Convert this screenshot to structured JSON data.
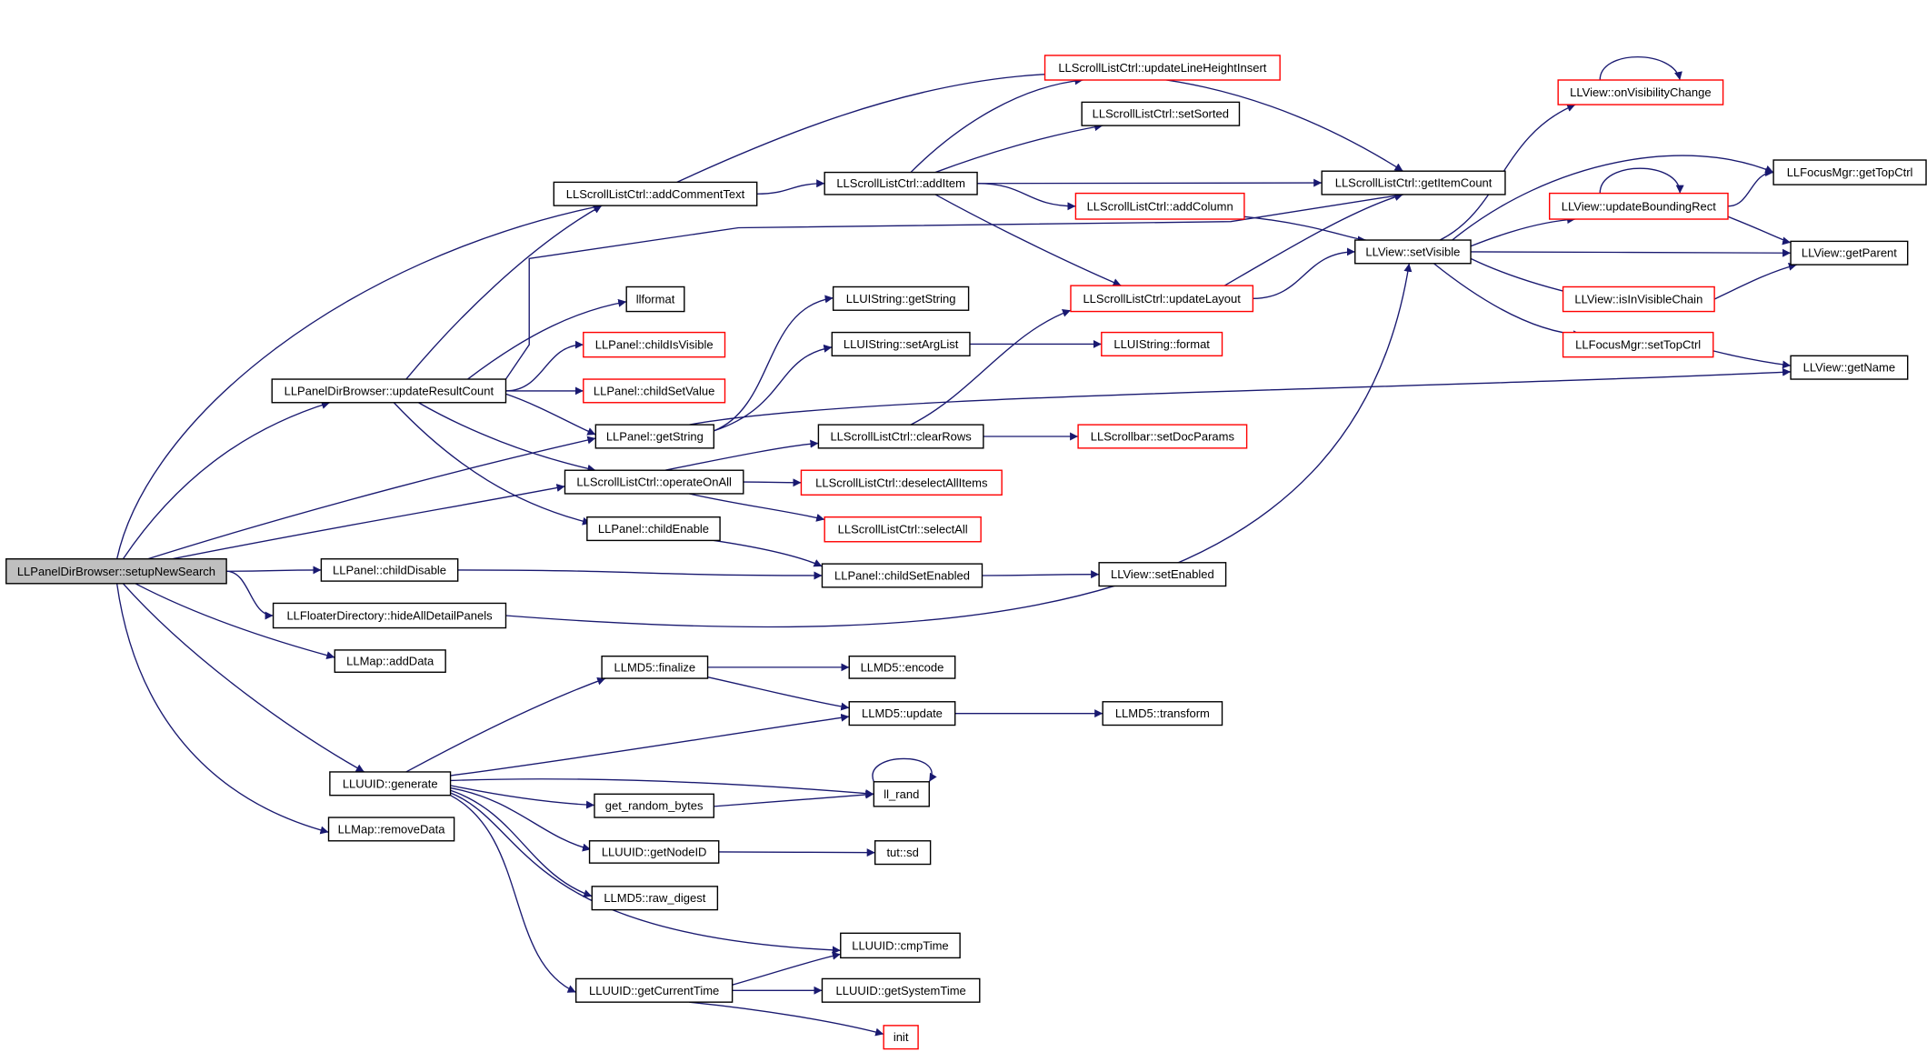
{
  "colors": {
    "edge": "#191970",
    "normal_border": "#000000",
    "truncated_border": "#ff0000",
    "root_fill": "#bfbfbf"
  },
  "nodes": [
    {
      "id": "setupNewSearch",
      "label": "LLPanelDirBrowser::setupNewSearch",
      "style": "root"
    },
    {
      "id": "addCommentText",
      "label": "LLScrollListCtrl::addCommentText",
      "style": "normal"
    },
    {
      "id": "addItem",
      "label": "LLScrollListCtrl::addItem",
      "style": "normal"
    },
    {
      "id": "updateLineHeightInsert",
      "label": "LLScrollListCtrl::updateLineHeightInsert",
      "style": "truncated"
    },
    {
      "id": "setSorted",
      "label": "LLScrollListCtrl::setSorted",
      "style": "normal"
    },
    {
      "id": "getItemCount",
      "label": "LLScrollListCtrl::getItemCount",
      "style": "normal"
    },
    {
      "id": "addColumn",
      "label": "LLScrollListCtrl::addColumn",
      "style": "truncated"
    },
    {
      "id": "updateLayout",
      "label": "LLScrollListCtrl::updateLayout",
      "style": "truncated"
    },
    {
      "id": "setVisible",
      "label": "LLView::setVisible",
      "style": "normal"
    },
    {
      "id": "onVisibilityChange",
      "label": "LLView::onVisibilityChange",
      "style": "truncated"
    },
    {
      "id": "updateBoundingRect",
      "label": "LLView::updateBoundingRect",
      "style": "truncated"
    },
    {
      "id": "isInVisibleChain",
      "label": "LLView::isInVisibleChain",
      "style": "truncated"
    },
    {
      "id": "setTopCtrl",
      "label": "LLFocusMgr::setTopCtrl",
      "style": "truncated"
    },
    {
      "id": "getTopCtrl",
      "label": "LLFocusMgr::getTopCtrl",
      "style": "normal"
    },
    {
      "id": "getParent",
      "label": "LLView::getParent",
      "style": "normal"
    },
    {
      "id": "getName",
      "label": "LLView::getName",
      "style": "normal"
    },
    {
      "id": "updateResultCount",
      "label": "LLPanelDirBrowser::updateResultCount",
      "style": "normal"
    },
    {
      "id": "llformat",
      "label": "llformat",
      "style": "normal"
    },
    {
      "id": "childIsVisible",
      "label": "LLPanel::childIsVisible",
      "style": "truncated"
    },
    {
      "id": "childSetValue",
      "label": "LLPanel::childSetValue",
      "style": "truncated"
    },
    {
      "id": "getString",
      "label": "LLPanel::getString",
      "style": "normal"
    },
    {
      "id": "uiGetString",
      "label": "LLUIString::getString",
      "style": "normal"
    },
    {
      "id": "setArgList",
      "label": "LLUIString::setArgList",
      "style": "normal"
    },
    {
      "id": "uiFormat",
      "label": "LLUIString::format",
      "style": "truncated"
    },
    {
      "id": "operateOnAll",
      "label": "LLScrollListCtrl::operateOnAll",
      "style": "normal"
    },
    {
      "id": "clearRows",
      "label": "LLScrollListCtrl::clearRows",
      "style": "normal"
    },
    {
      "id": "setDocParams",
      "label": "LLScrollbar::setDocParams",
      "style": "truncated"
    },
    {
      "id": "deselectAllItems",
      "label": "LLScrollListCtrl::deselectAllItems",
      "style": "truncated"
    },
    {
      "id": "selectAll",
      "label": "LLScrollListCtrl::selectAll",
      "style": "truncated"
    },
    {
      "id": "childEnable",
      "label": "LLPanel::childEnable",
      "style": "normal"
    },
    {
      "id": "childDisable",
      "label": "LLPanel::childDisable",
      "style": "normal"
    },
    {
      "id": "childSetEnabled",
      "label": "LLPanel::childSetEnabled",
      "style": "normal"
    },
    {
      "id": "viewSetEnabled",
      "label": "LLView::setEnabled",
      "style": "normal"
    },
    {
      "id": "hideAllDetailPanels",
      "label": "LLFloaterDirectory::hideAllDetailPanels",
      "style": "normal"
    },
    {
      "id": "addData",
      "label": "LLMap::addData",
      "style": "normal"
    },
    {
      "id": "md5Finalize",
      "label": "LLMD5::finalize",
      "style": "normal"
    },
    {
      "id": "md5Encode",
      "label": "LLMD5::encode",
      "style": "normal"
    },
    {
      "id": "md5Update",
      "label": "LLMD5::update",
      "style": "normal"
    },
    {
      "id": "md5Transform",
      "label": "LLMD5::transform",
      "style": "normal"
    },
    {
      "id": "uuidGenerate",
      "label": "LLUUID::generate",
      "style": "normal"
    },
    {
      "id": "llRand",
      "label": "ll_rand",
      "style": "normal"
    },
    {
      "id": "getRandomBytes",
      "label": "get_random_bytes",
      "style": "normal"
    },
    {
      "id": "getNodeID",
      "label": "LLUUID::getNodeID",
      "style": "normal"
    },
    {
      "id": "tutSd",
      "label": "tut::sd",
      "style": "normal"
    },
    {
      "id": "rawDigest",
      "label": "LLMD5::raw_digest",
      "style": "normal"
    },
    {
      "id": "removeData",
      "label": "LLMap::removeData",
      "style": "normal"
    },
    {
      "id": "cmpTime",
      "label": "LLUUID::cmpTime",
      "style": "normal"
    },
    {
      "id": "getCurrentTime",
      "label": "LLUUID::getCurrentTime",
      "style": "normal"
    },
    {
      "id": "getSystemTime",
      "label": "LLUUID::getSystemTime",
      "style": "normal"
    },
    {
      "id": "init",
      "label": "init",
      "style": "truncated"
    }
  ],
  "edges": [
    [
      "setupNewSearch",
      "addCommentText"
    ],
    [
      "setupNewSearch",
      "updateResultCount"
    ],
    [
      "setupNewSearch",
      "getString"
    ],
    [
      "setupNewSearch",
      "operateOnAll"
    ],
    [
      "setupNewSearch",
      "childDisable"
    ],
    [
      "setupNewSearch",
      "hideAllDetailPanels"
    ],
    [
      "setupNewSearch",
      "addData"
    ],
    [
      "setupNewSearch",
      "uuidGenerate"
    ],
    [
      "setupNewSearch",
      "removeData"
    ],
    [
      "addCommentText",
      "addItem"
    ],
    [
      "addCommentText",
      "getItemCount"
    ],
    [
      "addItem",
      "updateLineHeightInsert"
    ],
    [
      "addItem",
      "setSorted"
    ],
    [
      "addItem",
      "getItemCount"
    ],
    [
      "addItem",
      "addColumn"
    ],
    [
      "addItem",
      "updateLayout"
    ],
    [
      "addColumn",
      "setVisible"
    ],
    [
      "updateLayout",
      "getItemCount"
    ],
    [
      "updateLayout",
      "setVisible"
    ],
    [
      "setVisible",
      "onVisibilityChange"
    ],
    [
      "setVisible",
      "getTopCtrl"
    ],
    [
      "setVisible",
      "updateBoundingRect"
    ],
    [
      "setVisible",
      "getParent"
    ],
    [
      "setVisible",
      "isInVisibleChain"
    ],
    [
      "setVisible",
      "setTopCtrl"
    ],
    [
      "onVisibilityChange",
      "onVisibilityChange"
    ],
    [
      "updateBoundingRect",
      "updateBoundingRect"
    ],
    [
      "updateBoundingRect",
      "getTopCtrl"
    ],
    [
      "updateBoundingRect",
      "getParent"
    ],
    [
      "isInVisibleChain",
      "getParent"
    ],
    [
      "setTopCtrl",
      "getName"
    ],
    [
      "updateResultCount",
      "addCommentText"
    ],
    [
      "updateResultCount",
      "getItemCount"
    ],
    [
      "updateResultCount",
      "llformat"
    ],
    [
      "updateResultCount",
      "childIsVisible"
    ],
    [
      "updateResultCount",
      "childSetValue"
    ],
    [
      "updateResultCount",
      "getString"
    ],
    [
      "updateResultCount",
      "operateOnAll"
    ],
    [
      "updateResultCount",
      "childEnable"
    ],
    [
      "getString",
      "uiGetString"
    ],
    [
      "getString",
      "setArgList"
    ],
    [
      "getString",
      "getName"
    ],
    [
      "setArgList",
      "uiFormat"
    ],
    [
      "operateOnAll",
      "clearRows"
    ],
    [
      "operateOnAll",
      "deselectAllItems"
    ],
    [
      "operateOnAll",
      "selectAll"
    ],
    [
      "clearRows",
      "updateLayout"
    ],
    [
      "clearRows",
      "setDocParams"
    ],
    [
      "childEnable",
      "childSetEnabled"
    ],
    [
      "childDisable",
      "childSetEnabled"
    ],
    [
      "childSetEnabled",
      "viewSetEnabled"
    ],
    [
      "hideAllDetailPanels",
      "setVisible"
    ],
    [
      "uuidGenerate",
      "md5Finalize"
    ],
    [
      "uuidGenerate",
      "md5Update"
    ],
    [
      "uuidGenerate",
      "llRand"
    ],
    [
      "uuidGenerate",
      "getRandomBytes"
    ],
    [
      "uuidGenerate",
      "getNodeID"
    ],
    [
      "uuidGenerate",
      "rawDigest"
    ],
    [
      "uuidGenerate",
      "cmpTime"
    ],
    [
      "uuidGenerate",
      "getCurrentTime"
    ],
    [
      "md5Finalize",
      "md5Encode"
    ],
    [
      "md5Finalize",
      "md5Update"
    ],
    [
      "md5Update",
      "md5Transform"
    ],
    [
      "getRandomBytes",
      "llRand"
    ],
    [
      "llRand",
      "llRand"
    ],
    [
      "getNodeID",
      "tutSd"
    ],
    [
      "getCurrentTime",
      "cmpTime"
    ],
    [
      "getCurrentTime",
      "getSystemTime"
    ],
    [
      "getCurrentTime",
      "init"
    ]
  ]
}
